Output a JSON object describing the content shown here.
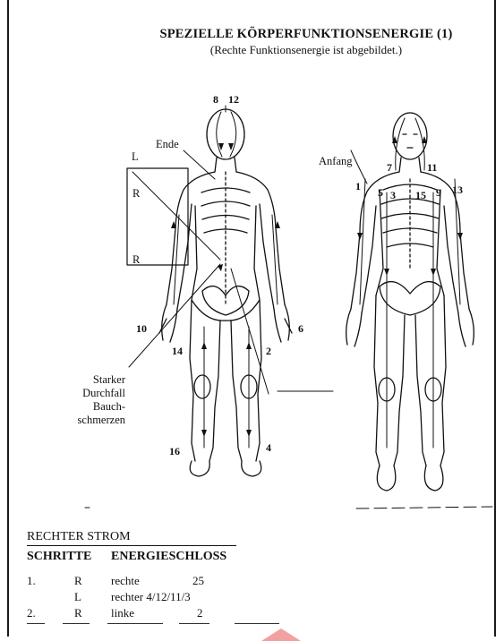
{
  "header": {
    "title": "SPEZIELLE KÖRPERFUNKTIONSENERGIE (1)",
    "subtitle": "(Rechte Funktionsenergie ist abgebildet.)"
  },
  "back_figure": {
    "labels": {
      "ende": "Ende",
      "l": "L",
      "r_upper": "R",
      "r_lower": "R",
      "note_1": "Starker",
      "note_2": "Durchfall",
      "note_3": "Bauch-",
      "note_4": "schmerzen"
    },
    "numbers": {
      "n8": "8",
      "n12": "12",
      "n10": "10",
      "n6": "6",
      "n14": "14",
      "n2": "2",
      "n16": "16",
      "n4": "4"
    }
  },
  "front_figure": {
    "labels": {
      "anfang": "Anfang"
    },
    "numbers": {
      "n7": "7",
      "n11": "11",
      "n1": "1",
      "n5": "5",
      "n3": "3",
      "n15": "15",
      "n9": "9",
      "n13": "13"
    }
  },
  "table": {
    "section_title": "RECHTER STROM",
    "headers": [
      "SCHRITTE",
      "ENERGIESCHLOSS"
    ],
    "rows": [
      {
        "step": "1.",
        "side": "R",
        "lock": "rechte",
        "value": "25"
      },
      {
        "step": "",
        "side": "L",
        "lock": "rechter 4/12/11/3",
        "value": ""
      },
      {
        "step": "2.",
        "side": "R",
        "lock": "linke",
        "value": "2"
      }
    ]
  },
  "colors": {
    "ink": "#111111",
    "accent": "#f2a0a0"
  }
}
